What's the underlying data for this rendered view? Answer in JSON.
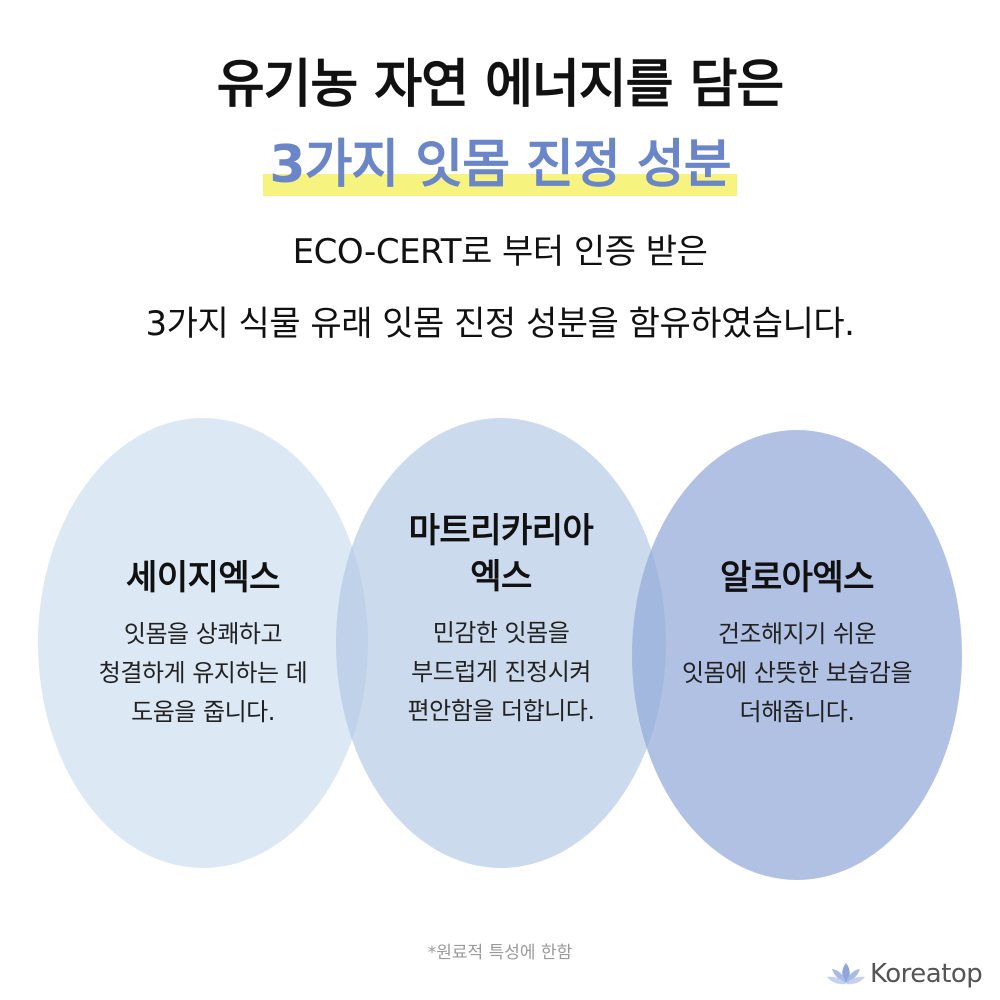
{
  "headline": {
    "line1": "유기농 자연 에너지를 담은",
    "line2": "3가지 잇몸 진정 성분"
  },
  "subtitle": {
    "line1": "ECO-CERT로 부터 인증 받은",
    "line2": "3가지 식물 유래 잇몸 진정 성분을 함유하였습니다."
  },
  "ingredients": [
    {
      "name_line1": "세이지엑스",
      "name_line2": "",
      "desc": [
        "잇몸을 상쾌하고",
        "청결하게 유지하는 데",
        "도움을 줍니다."
      ]
    },
    {
      "name_line1": "마트리카리아",
      "name_line2": "엑스",
      "desc": [
        "민감한 잇몸을",
        "부드럽게 진정시켜",
        "편안함을 더합니다."
      ]
    },
    {
      "name_line1": "알로아엑스",
      "name_line2": "",
      "desc": [
        "건조해지기 쉬운",
        "잇몸에 산뜻한 보습감을",
        "더해줍니다."
      ]
    }
  ],
  "footnote": "*원료적 특성에 한함",
  "brand": {
    "name": "Koreatop",
    "logo_icon": "lotus-icon"
  },
  "colors": {
    "highlight_text": "#6a86c8",
    "highlight_marker": "#f6f37e",
    "circle_1": "#d6e4f2",
    "circle_2": "#afc6e4",
    "circle_3": "#96acda"
  }
}
